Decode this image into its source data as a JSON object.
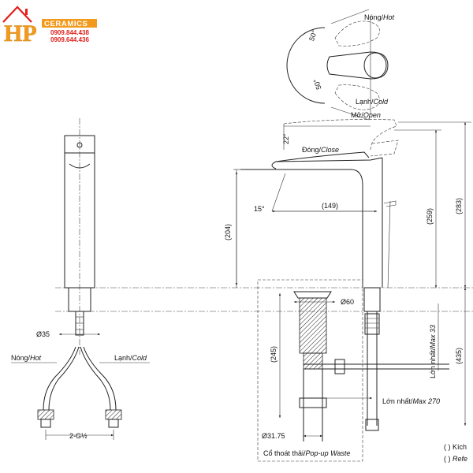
{
  "logo": {
    "initials": "HP",
    "brand": "CERAMICS",
    "phone_1": "0909.844.438",
    "phone_2": "0909.644.436",
    "colors": {
      "orange": "#f29a1c",
      "red": "#e0201b",
      "house": "#e0201b"
    }
  },
  "labels": {
    "hot_top": "Nóng/",
    "hot_top_en": "Hot",
    "cold_top": "Lạnh/",
    "cold_top_en": "Cold",
    "open": "Mở/",
    "open_en": "Open",
    "close": "Đóng/",
    "close_en": "Close",
    "hot_hose": "Nóng/",
    "hot_hose_en": "Hot",
    "cold_hose": "Lạnh/",
    "cold_hose_en": "Cold",
    "max_33": "Lớn nhất/",
    "max_33_en": "Max 33",
    "max_270": "Lớn nhất/",
    "max_270_en": "Max 270",
    "popup": "Cổ thoát thải/",
    "popup_en": "Pop-up Waste",
    "legend_1": "( ) Kích",
    "legend_2_prefix": "( ) ",
    "legend_2_en": "Refe"
  },
  "dimensions": {
    "angle_50_top": "50°",
    "angle_50_bottom": "50°",
    "angle_22": "22°",
    "angle_15": "15°",
    "d149": "(149)",
    "d204": "(204)",
    "d259": "(259)",
    "d283": "(283)",
    "d435": "(435)",
    "d245": "(245)",
    "d60": "Ø60",
    "d35": "Ø35",
    "d31_75": "Ø31.75",
    "thread": "2-G½"
  }
}
